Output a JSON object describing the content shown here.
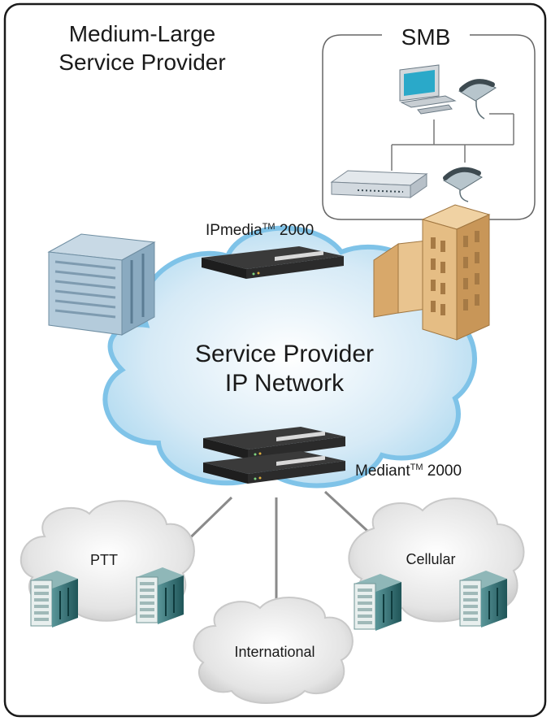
{
  "title": {
    "line1": "Medium-Large",
    "line2": "Service Provider"
  },
  "smb": {
    "label": "SMB"
  },
  "gateways": {
    "ipmedia": {
      "name": "IPmedia",
      "tm": "TM",
      "model": "2000"
    },
    "mediant": {
      "name": "Mediant",
      "tm": "TM",
      "model": "2000"
    }
  },
  "core_network": {
    "line1": "Service Provider",
    "line2": "IP Network"
  },
  "clouds": {
    "ptt": "PTT",
    "international": "International",
    "cellular": "Cellular"
  },
  "colors": {
    "frame": "#1a1a1a",
    "cloud_fill": "#d6eaf6",
    "cloud_edge": "#7fc3e8",
    "small_cloud_fill": "#e9e9e9",
    "server_blue": "#a9c3d6",
    "building_tan": "#d8a86a",
    "switch_teal": "#2f6f73",
    "gateway_dark": "#2a2a2a"
  }
}
